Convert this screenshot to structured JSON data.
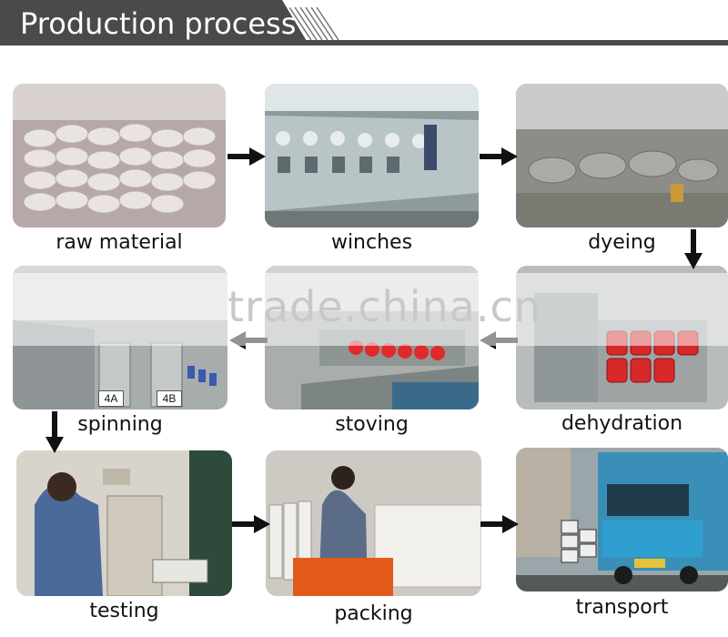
{
  "header": {
    "title": "Production process"
  },
  "watermark": "trade.china.cn",
  "steps": [
    {
      "label": "raw material"
    },
    {
      "label": "winches"
    },
    {
      "label": "dyeing"
    },
    {
      "label": "dehydration"
    },
    {
      "label": "stoving"
    },
    {
      "label": "spinning"
    },
    {
      "label": "testing"
    },
    {
      "label": "packing"
    },
    {
      "label": "transport"
    }
  ],
  "machine_labels": {
    "a": "4A",
    "b": "4B"
  }
}
